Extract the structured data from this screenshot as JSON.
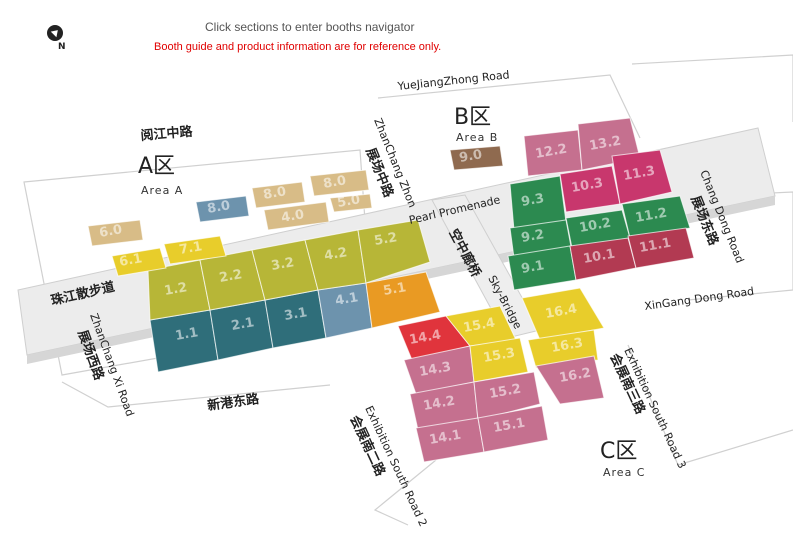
{
  "hints": {
    "enter": "Click sections to enter booths navigator",
    "disclaimer": "Booth guide and product information are for reference only."
  },
  "compass": {
    "label": "N"
  },
  "roads": {
    "yuejiang_en": "YueJiangZhong Road",
    "yuejiang_cn": "阅江中路",
    "zhanchang_zhong_en": "ZhanChang Zhon",
    "zhanchang_zhong_cn": "展场中路",
    "zhanchang_dong_en": "Chang Dong Road",
    "zhanchang_dong_cn": "展场东路",
    "zhanchang_xi_en": "ZhanChang Xi Road",
    "zhanchang_xi_cn": "展场西路",
    "pearl_promenade": "Pearl Promenade",
    "zhujiang_cn": "珠江散步道",
    "xingang_dong_en": "XinGang Dong Road",
    "xingang_dong_cn": "新港东路",
    "sky_bridge_en": "Sky-Bridge",
    "sky_bridge_cn": "空中廊桥",
    "exhibition_s3_en": "Exhibition South Road 3",
    "exhibition_s3_cn": "会展南三路",
    "exhibition_s2_en": "Exhibition South Road 2",
    "exhibition_s2_cn": "会展南二路"
  },
  "areas": {
    "a": {
      "big": "A区",
      "small": "Area A"
    },
    "b": {
      "big": "B区",
      "small": "Area B"
    },
    "c": {
      "big": "C区",
      "small": "Area C"
    }
  },
  "colors": {
    "teal": "#2f6e7a",
    "olive": "#b7b637",
    "yellow": "#e8cd2b",
    "orange": "#e99a23",
    "steel": "#6d93ad",
    "tan": "#d8bc87",
    "brown": "#8f6a4f",
    "pink": "#c5708f",
    "magenta": "#c8376d",
    "green": "#2c8a50",
    "red": "#e0343c",
    "crimson": "#b23a52",
    "grey": "#c8c8c8"
  },
  "halls": {
    "h1_1": "1.1",
    "h2_1": "2.1",
    "h3_1": "3.1",
    "h4_1": "4.1",
    "h5_1": "5.1",
    "h1_2": "1.2",
    "h2_2": "2.2",
    "h3_2": "3.2",
    "h4_2": "4.2",
    "h5_2": "5.2",
    "h6_1": "6.1",
    "h7_1": "7.1",
    "h6_0": "6.0",
    "h8_0a": "8.0",
    "h8_0b": "8.0",
    "h8_0c": "8.0",
    "h4_0": "4.0",
    "h5_0": "5.0",
    "h9_0": "9.0",
    "h12_2": "12.2",
    "h13_2": "13.2",
    "h10_3": "10.3",
    "h11_3": "11.3",
    "h9_3": "9.3",
    "h9_2": "9.2",
    "h10_2": "10.2",
    "h11_2": "11.2",
    "h9_1": "9.1",
    "h10_1": "10.1",
    "h11_1": "11.1",
    "h14_4": "14.4",
    "h15_4": "15.4",
    "h14_3": "14.3",
    "h15_3": "15.3",
    "h14_2": "14.2",
    "h15_2": "15.2",
    "h14_1": "14.1",
    "h15_1": "15.1",
    "h16_4": "16.4",
    "h16_3": "16.3",
    "h16_2": "16.2"
  }
}
